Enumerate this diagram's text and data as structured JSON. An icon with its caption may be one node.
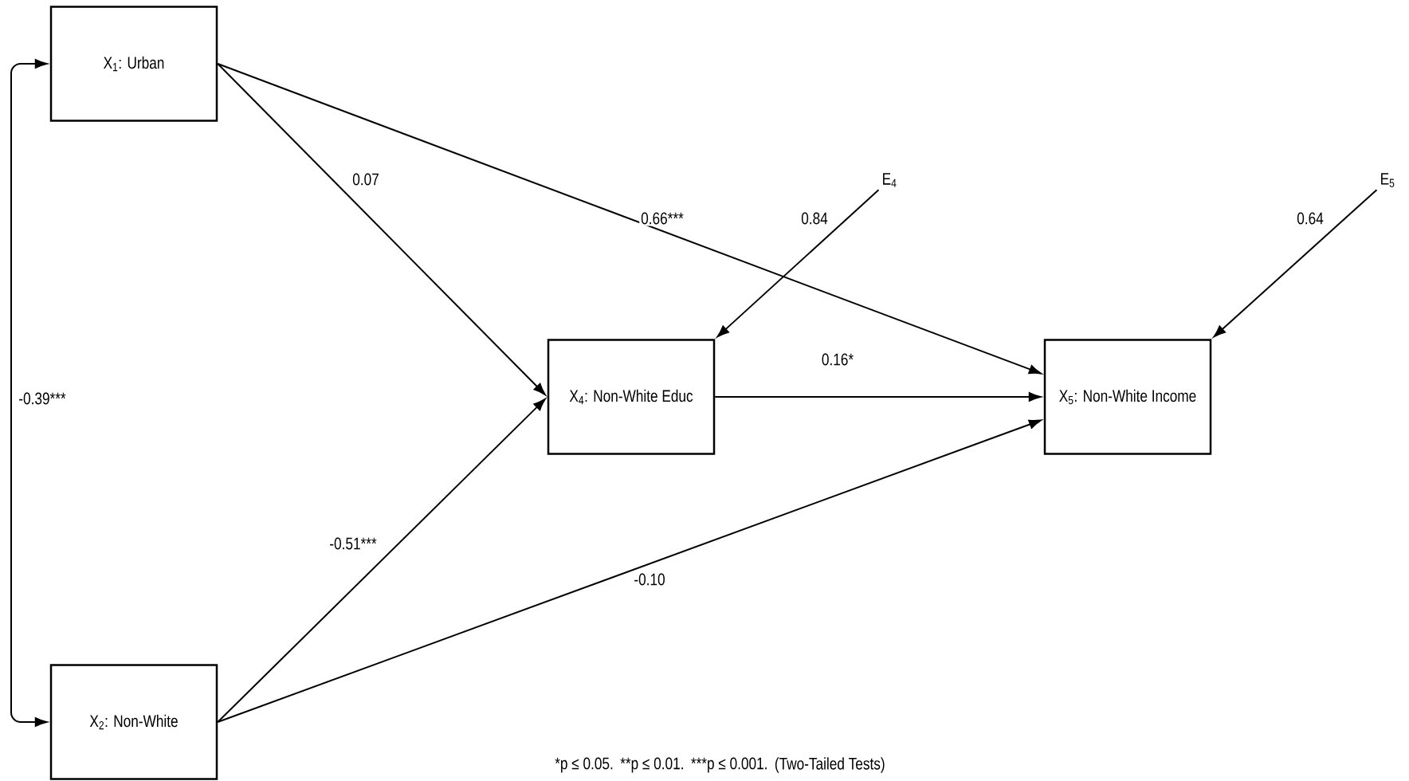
{
  "diagram": {
    "nodes": [
      {
        "text": [
          "X$_{1}$: Urban"
        ]
      },
      {
        "text": [
          "E$_{4}$"
        ]
      },
      {
        "text": [
          "E$_{5}$"
        ]
      },
      {
        "text": [
          "X$_{4}$: Non-White Educ"
        ]
      },
      {
        "text": [
          "X$_{5}$: Non-White Income"
        ]
      },
      {
        "text": [
          "X$_{2}$: Non-White"
        ]
      }
    ],
    "edges": [
      {
        "from": 0,
        "to": 3,
        "arrow": "to",
        "label": "0.07"
      },
      {
        "from": 0,
        "to": 4,
        "arrow": "to",
        "label": "0.66***"
      },
      {
        "from": 1,
        "to": 3,
        "arrow": "to",
        "label": "0.84"
      },
      {
        "from": 2,
        "to": 4,
        "arrow": "to",
        "label": "0.64"
      },
      {
        "from": 3,
        "to": 4,
        "arrow": "to",
        "label": "0.16*"
      },
      {
        "from": 0,
        "to": 5,
        "arrow": "both",
        "label": "-0.39***"
      },
      {
        "from": 5,
        "to": 3,
        "arrow": "to",
        "label": "-0.51***"
      },
      {
        "from": 5,
        "to": 4,
        "arrow": "to",
        "label": "-0.10"
      }
    ],
    "labels": [
      "*p ≤ 0.05.",
      "**p ≤ 0.01.",
      "***p ≤ 0.001.",
      "(Two-Tailed Tests)"
    ]
  }
}
